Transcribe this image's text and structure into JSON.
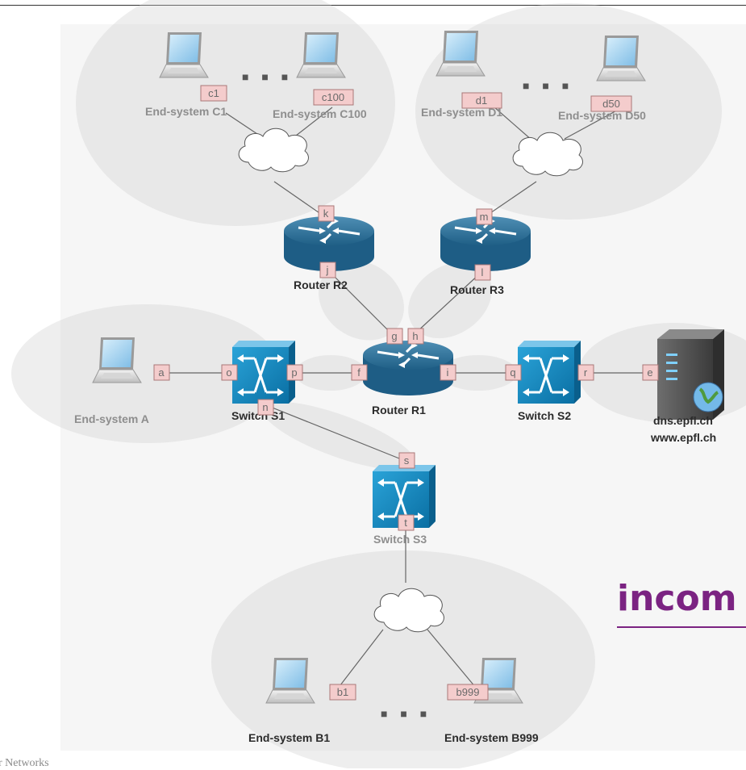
{
  "devices": {
    "router_r1": "Router R1",
    "router_r2": "Router R2",
    "router_r3": "Router R3",
    "switch_s1": "Switch S1",
    "switch_s2": "Switch S2",
    "switch_s3": "Switch S3",
    "server_name_1": "dns.epfl.ch",
    "server_name_2": "www.epfl.ch"
  },
  "end_systems": {
    "a": "End-system A",
    "b1": "End-system B1",
    "b999": "End-system B999",
    "c1": "End-system C1",
    "c100": "End-system C100",
    "d1": "End-system D1",
    "d50": "End-system D50"
  },
  "ellipsis": "■ ■ ■",
  "interfaces": {
    "a": "a",
    "b1": "b1",
    "b999": "b999",
    "c1": "c1",
    "c100": "c100",
    "d1": "d1",
    "d50": "d50",
    "e": "e",
    "f": "f",
    "g": "g",
    "h": "h",
    "i": "i",
    "j": "j",
    "k": "k",
    "l": "l",
    "m": "m",
    "n": "n",
    "o": "o",
    "p": "p",
    "q": "q",
    "r": "r",
    "s": "s",
    "t": "t"
  },
  "footer": "r Networks",
  "brand": "incom"
}
